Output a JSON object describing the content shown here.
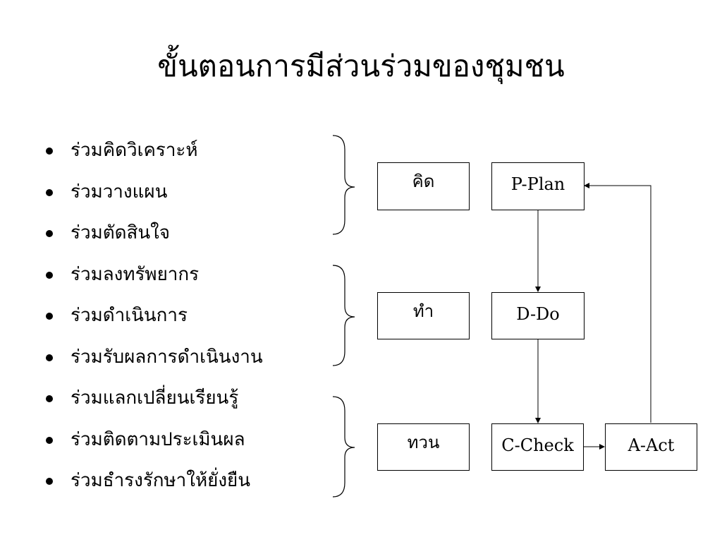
{
  "slide": {
    "title": "ขั้นตอนการมีส่วนร่วมของชุมชน"
  },
  "bullets": [
    "ร่วมคิดวิเคราะห์",
    "ร่วมวางแผน",
    "ร่วมตัดสินใจ",
    "ร่วมลงทรัพยากร",
    "ร่วมดำเนินการ",
    "ร่วมรับผลการดำเนินงาน",
    "ร่วมแลกเปลี่ยนเรียนรู้",
    "ร่วมติดตามประเมินผล",
    "ร่วมธำรงรักษาให้ยั่งยืน"
  ],
  "phases": {
    "think": "คิด",
    "do": "ทำ",
    "review": "ทวน"
  },
  "pdca": {
    "plan": "P-Plan",
    "do": "D-Do",
    "check": "C-Check",
    "act": "A-Act"
  },
  "colors": {
    "background": "#ffffff",
    "text": "#000000",
    "line": "#000000"
  }
}
